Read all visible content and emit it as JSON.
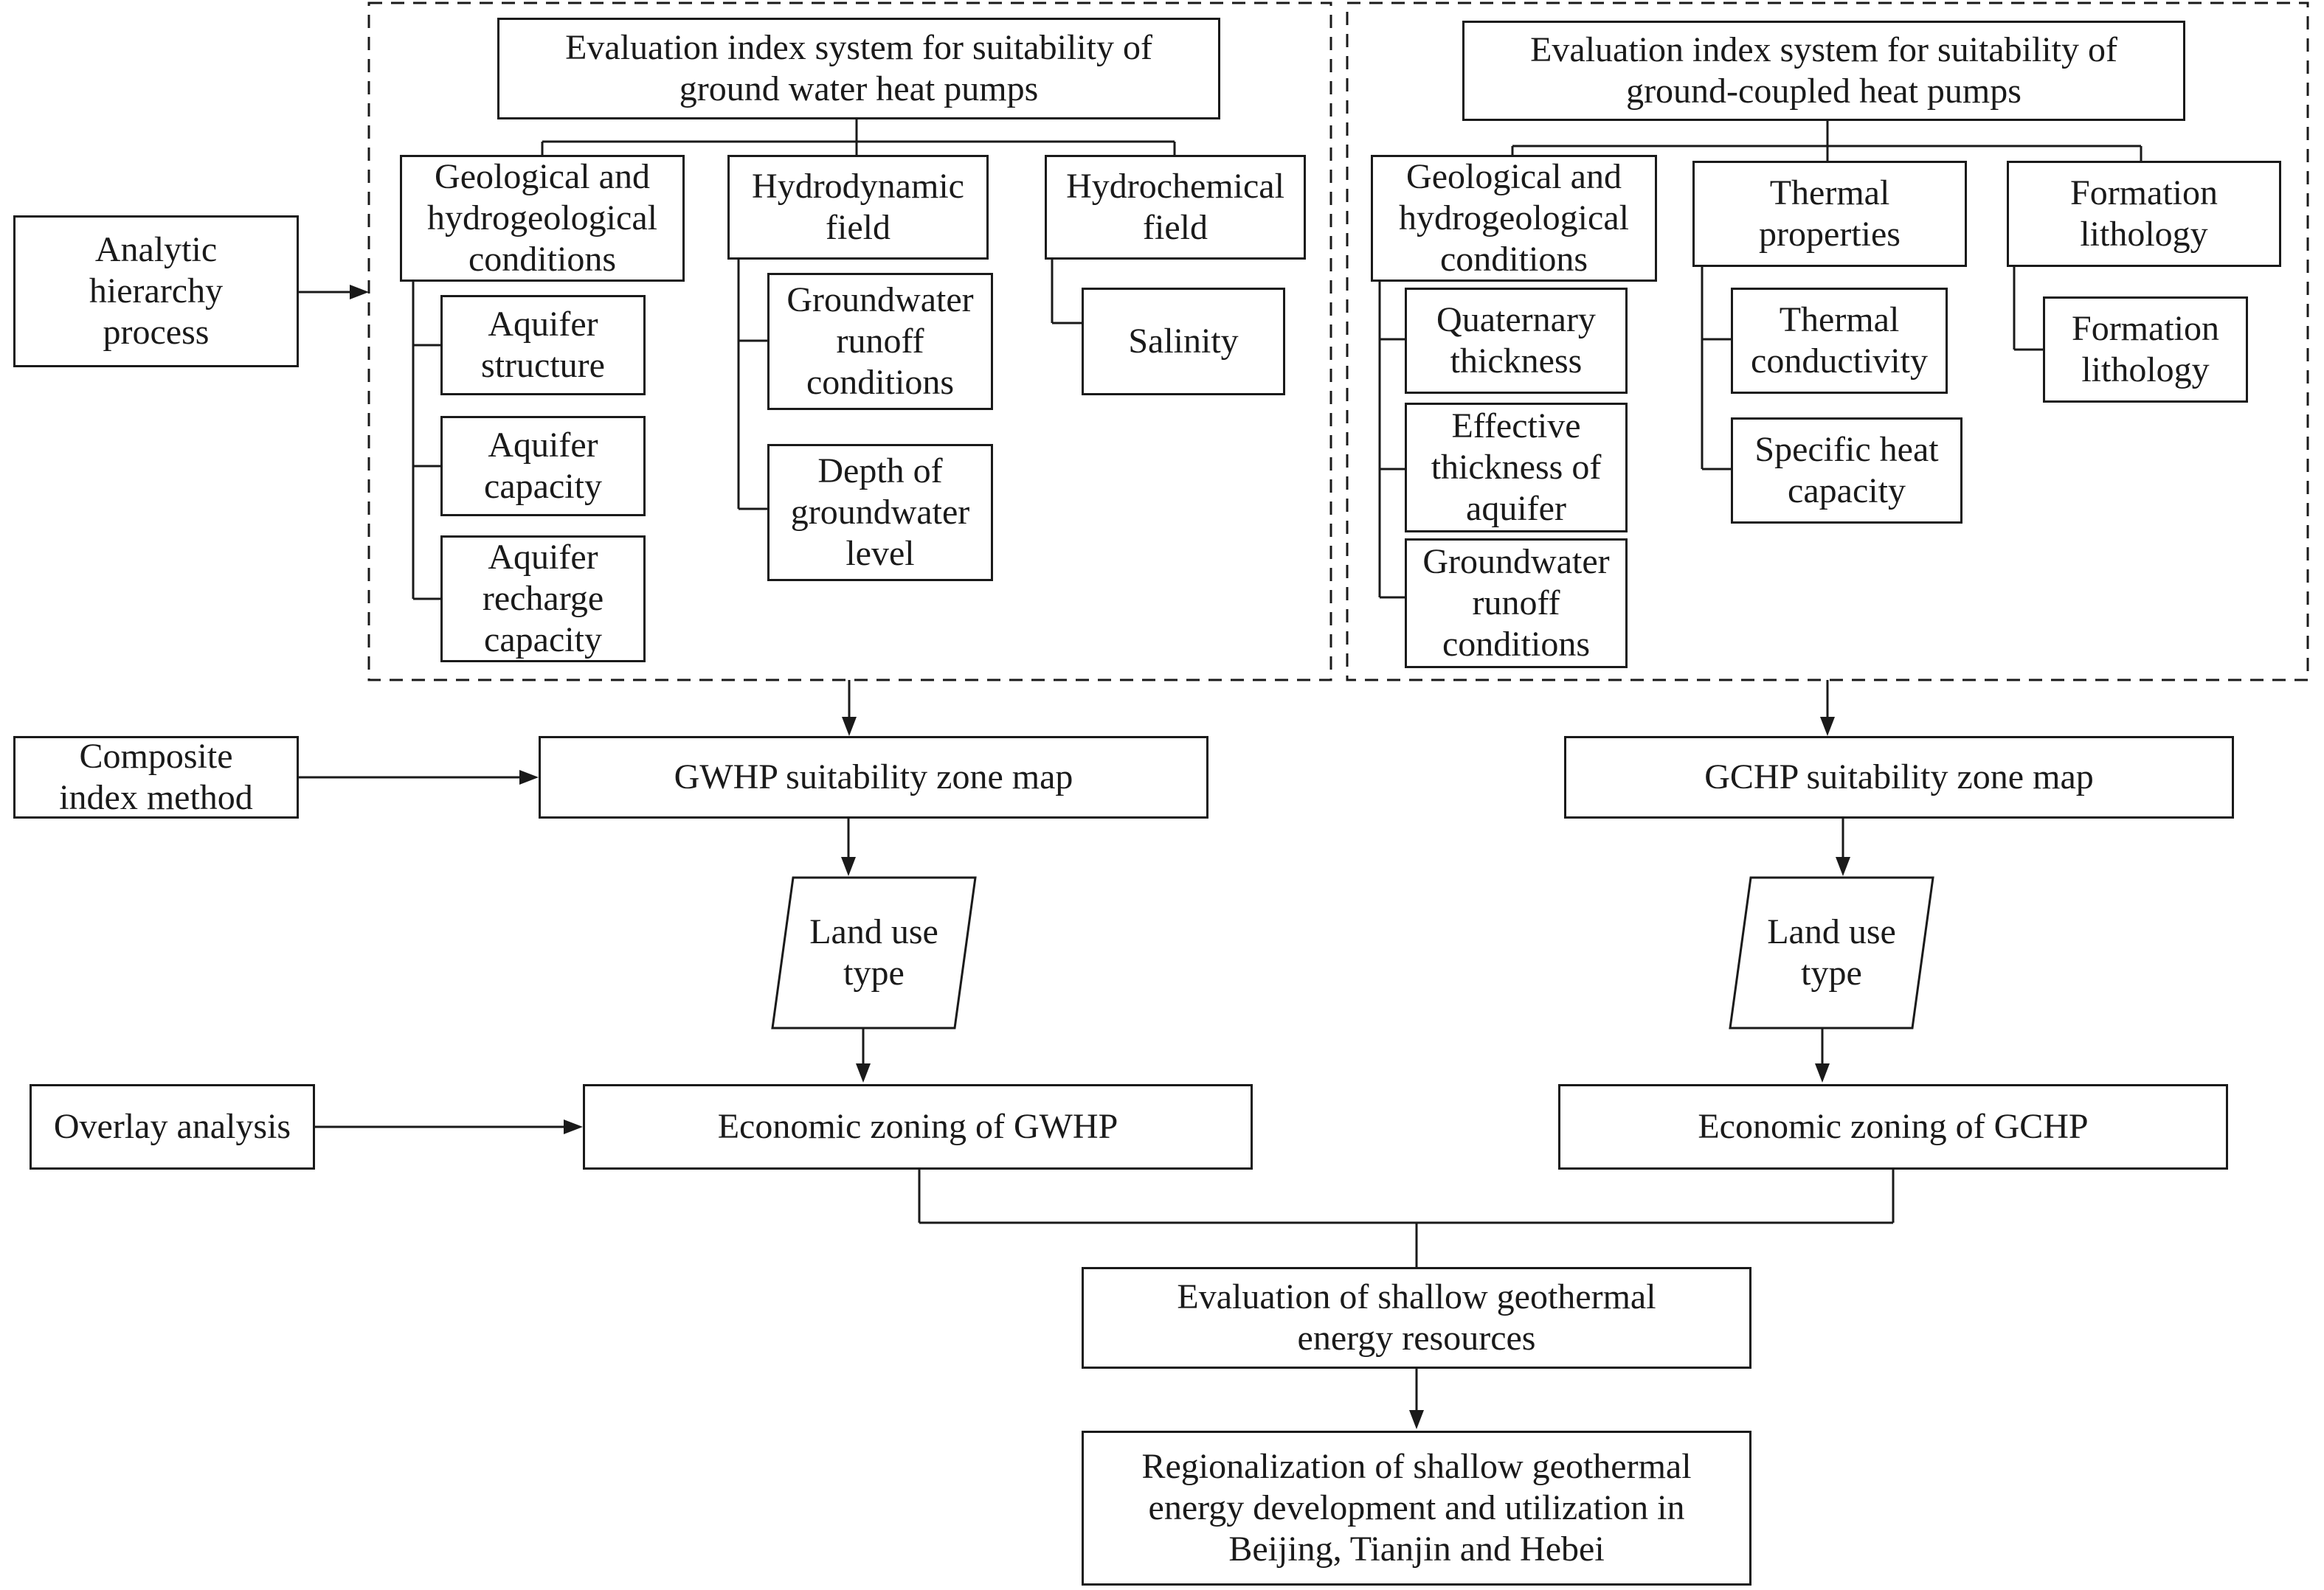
{
  "gwhp_index": {
    "title": "Evaluation index system for suitability of\nground water heat pumps",
    "geo": {
      "label": "Geological and\nhydrogeological\nconditions",
      "items": [
        "Aquifer\nstructure",
        "Aquifer\ncapacity",
        "Aquifer\nrecharge\ncapacity"
      ]
    },
    "hydrodynamic": {
      "label": "Hydrodynamic\nfield",
      "items": [
        "Groundwater\nrunoff\nconditions",
        "Depth of\ngroundwater\nlevel"
      ]
    },
    "hydrochemical": {
      "label": "Hydrochemical\nfield",
      "items": [
        "Salinity"
      ]
    }
  },
  "gchp_index": {
    "title": "Evaluation index system for suitability of\nground-coupled heat pumps",
    "geo": {
      "label": "Geological and\nhydrogeological\nconditions",
      "items": [
        "Quaternary\nthickness",
        "Effective\nthickness of\naquifer",
        "Groundwater\nrunoff\nconditions"
      ]
    },
    "thermal": {
      "label": "Thermal\nproperties",
      "items": [
        "Thermal\nconductivity",
        "Specific heat\ncapacity"
      ]
    },
    "formation": {
      "label": "Formation\nlithology",
      "items": [
        "Formation\nlithology"
      ]
    }
  },
  "methods": {
    "ahp": "Analytic\nhierarchy\nprocess",
    "composite": "Composite\nindex method",
    "overlay": "Overlay analysis"
  },
  "gwhp_zone_map": "GWHP suitability zone map",
  "gchp_zone_map": "GCHP suitability zone map",
  "land_use_left": "Land use\ntype",
  "land_use_right": "Land use\ntype",
  "economic_gwhp": "Economic zoning of GWHP",
  "economic_gchp": "Economic zoning of GCHP",
  "evaluation": "Evaluation of shallow geothermal\nenergy resources",
  "regionalization": "Regionalization of shallow geothermal\nenergy development and utilization in\nBeijing, Tianjin and Hebei"
}
